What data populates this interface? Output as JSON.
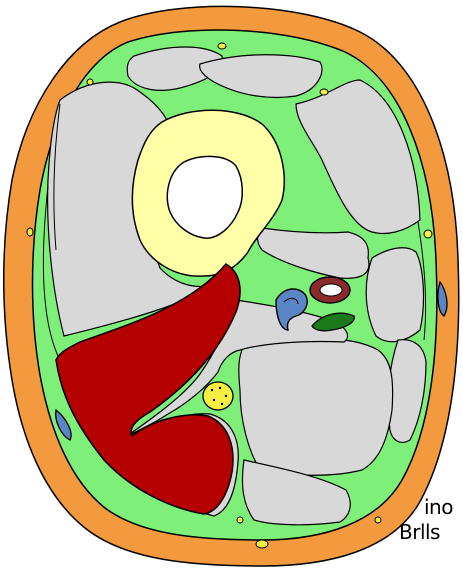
{
  "logo": {
    "line1": "ino",
    "line2": "Brlls"
  },
  "colors": {
    "skin": "#f39a3f",
    "fascia": "#7ef07a",
    "muscle": "#d8d8d8",
    "bone_cortex": "#ffffa8",
    "marrow": "#ffffff",
    "artery": "#b40000",
    "vein": "#5a86c8",
    "nerve": "#f4ef40",
    "tendon": "#1a7a1a",
    "vessel_ring": "#8b2a2a",
    "outline": "#000000"
  },
  "structures": [
    "skin-ring",
    "fascia-layer",
    "bone-cortex",
    "bone-marrow",
    "muscle-compartments",
    "large-red-muscle",
    "vein-left",
    "vein-right",
    "artery-ring",
    "green-tendon",
    "nerve-yellow",
    "small-vessels"
  ]
}
